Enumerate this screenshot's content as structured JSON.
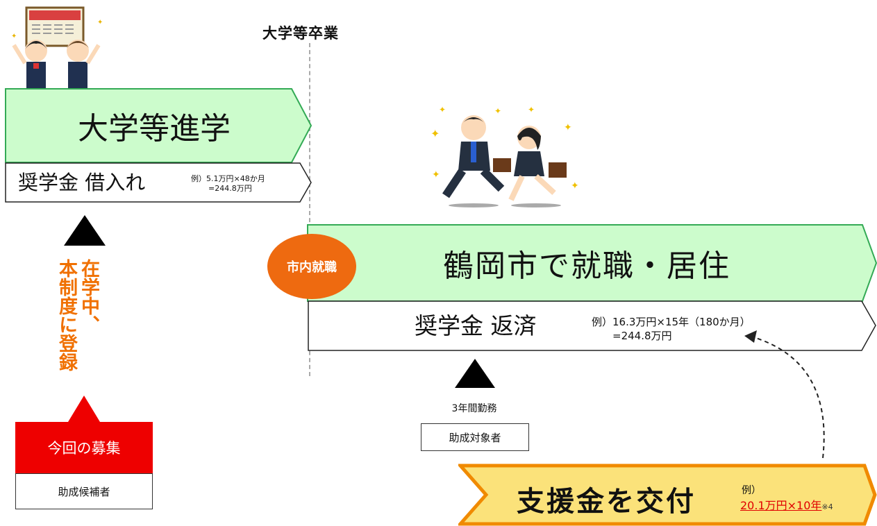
{
  "graduation": {
    "label": "大学等卒業"
  },
  "university": {
    "title": "大学等進学"
  },
  "loan": {
    "title": "奨学金 借入れ",
    "example_line1": "例）5.1万円×48か月",
    "example_line2": "=244.8万円"
  },
  "registration": {
    "line1": "在学中、",
    "line2": "本制度に登録"
  },
  "recruitment": {
    "label": "今回の募集",
    "sub_label": "助成候補者"
  },
  "local_job": {
    "badge": "市内就職",
    "title": "鶴岡市で就職・居住"
  },
  "repayment": {
    "title": "奨学金 返済",
    "example_line1": "例）16.3万円×15年（180か月）",
    "example_line2": "=244.8万円"
  },
  "work": {
    "label": "3年間勤務",
    "target_label": "助成対象者"
  },
  "grant": {
    "title": "支援金を交付",
    "example_prefix": "例）",
    "example_value": "20.1万円×10年",
    "example_note": "※4"
  },
  "colors": {
    "green_fill": "#ccfccc",
    "green_stroke": "#33aa55",
    "orange": "#ee6a10",
    "red": "#ee0000",
    "yellow": "#fbe27a",
    "grant_stroke": "#f08a00"
  }
}
